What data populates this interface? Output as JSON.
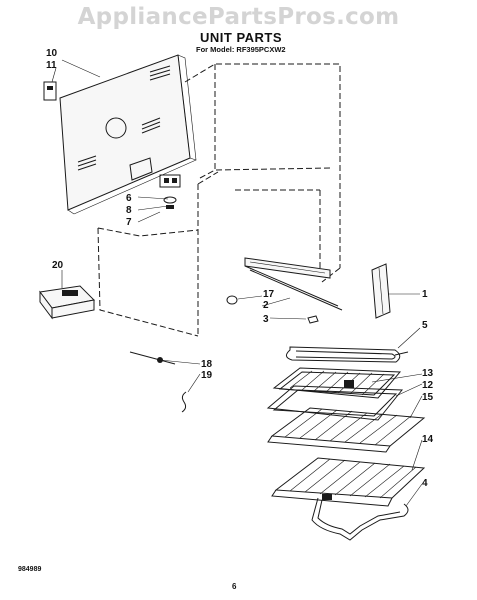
{
  "watermark": "AppliancePartsPros.com",
  "title": "UNIT PARTS",
  "subtitle": "For Model: RF395PCXW2",
  "footer_code": "984989",
  "page_number": "6",
  "callouts": {
    "c10": "10",
    "c11": "11",
    "c6": "6",
    "c8": "8",
    "c7": "7",
    "c20": "20",
    "c17": "17",
    "c2": "2",
    "c3": "3",
    "c1": "1",
    "c5": "5",
    "c18": "18",
    "c19": "19",
    "c13": "13",
    "c12": "12",
    "c15": "15",
    "c14": "14",
    "c4": "4"
  }
}
